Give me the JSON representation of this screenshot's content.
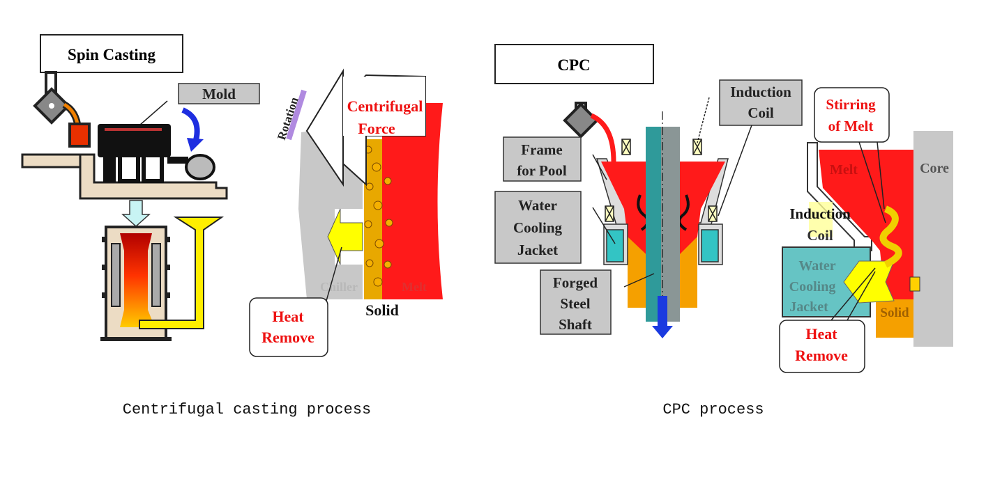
{
  "left_panel": {
    "title": "Spin Casting",
    "mold_label": "Mold",
    "rotation_label": "Rotation",
    "force_label_line1": "Centrifugal",
    "force_label_line2": "Force",
    "chiller_label": "Chiller",
    "melt_label": "Melt",
    "solid_label": "Solid",
    "heat_remove_line1": "Heat",
    "heat_remove_line2": "Remove",
    "caption": "Centrifugal casting process"
  },
  "right_panel": {
    "title": "CPC",
    "induction_coil_line1": "Induction",
    "induction_coil_line2": "Coil",
    "frame_line1": "Frame",
    "frame_line2": "for Pool",
    "jacket_line1": "Water",
    "jacket_line2": "Cooling",
    "jacket_line3": "Jacket",
    "shaft_line1": "Forged",
    "shaft_line2": "Steel",
    "shaft_line3": "Shaft",
    "stirring_line1": "Stirring",
    "stirring_line2": "of Melt",
    "detail_melt": "Melt",
    "detail_core": "Core",
    "detail_coil_line1": "Induction",
    "detail_coil_line2": "Coil",
    "detail_jacket_line1": "Water",
    "detail_jacket_line2": "Cooling",
    "detail_jacket_line3": "Jacket",
    "detail_solid": "Solid",
    "heat_remove_line1": "Heat",
    "heat_remove_line2": "Remove",
    "caption": "CPC process"
  },
  "colors": {
    "melt": "#ff1a1a",
    "solid": "#f5a000",
    "chiller": "#c8c8c8",
    "cooling_water": "#33c4c4",
    "heat_arrow": "#ffff00",
    "label_box": "#c8c8c8",
    "emphasis_text": "#ee1111"
  }
}
